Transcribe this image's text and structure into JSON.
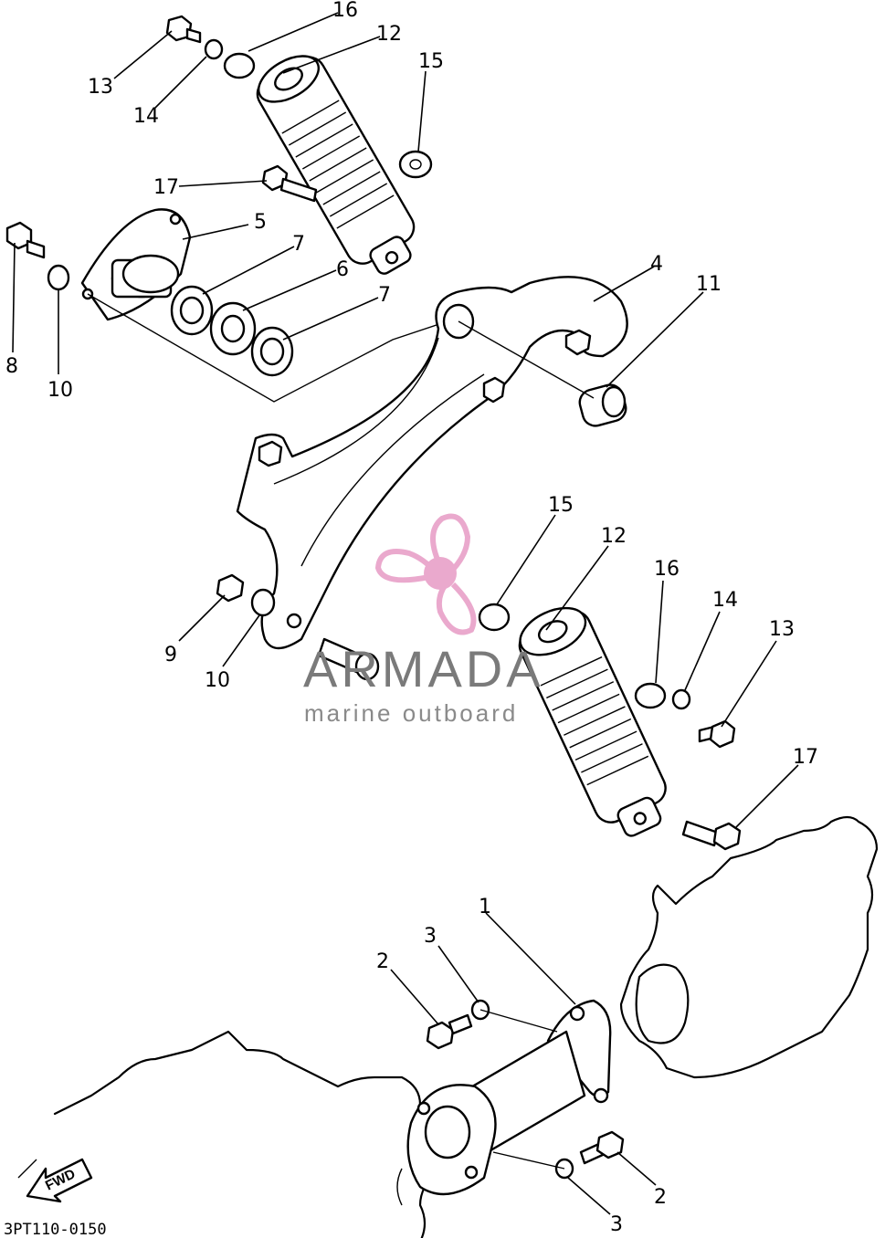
{
  "diagram": {
    "drawing_code": "3PT110-0150",
    "fwd_label": "FWD",
    "callouts": {
      "c13a": "13",
      "c14a": "14",
      "c16a": "16",
      "c12a": "12",
      "c15a": "15",
      "c17a": "17",
      "c5": "5",
      "c7a": "7",
      "c6": "6",
      "c7b": "7",
      "c4": "4",
      "c11": "11",
      "c8": "8",
      "c10a": "10",
      "c15b": "15",
      "c12b": "12",
      "c16b": "16",
      "c14b": "14",
      "c13b": "13",
      "c9": "9",
      "c10b": "10",
      "c17b": "17",
      "c1": "1",
      "c3a": "3",
      "c2a": "2",
      "c2b": "2",
      "c3b": "3"
    }
  },
  "watermark": {
    "brand": "ARMADA",
    "tagline": "marine outboard",
    "accent_color": "#e8a0c8"
  }
}
